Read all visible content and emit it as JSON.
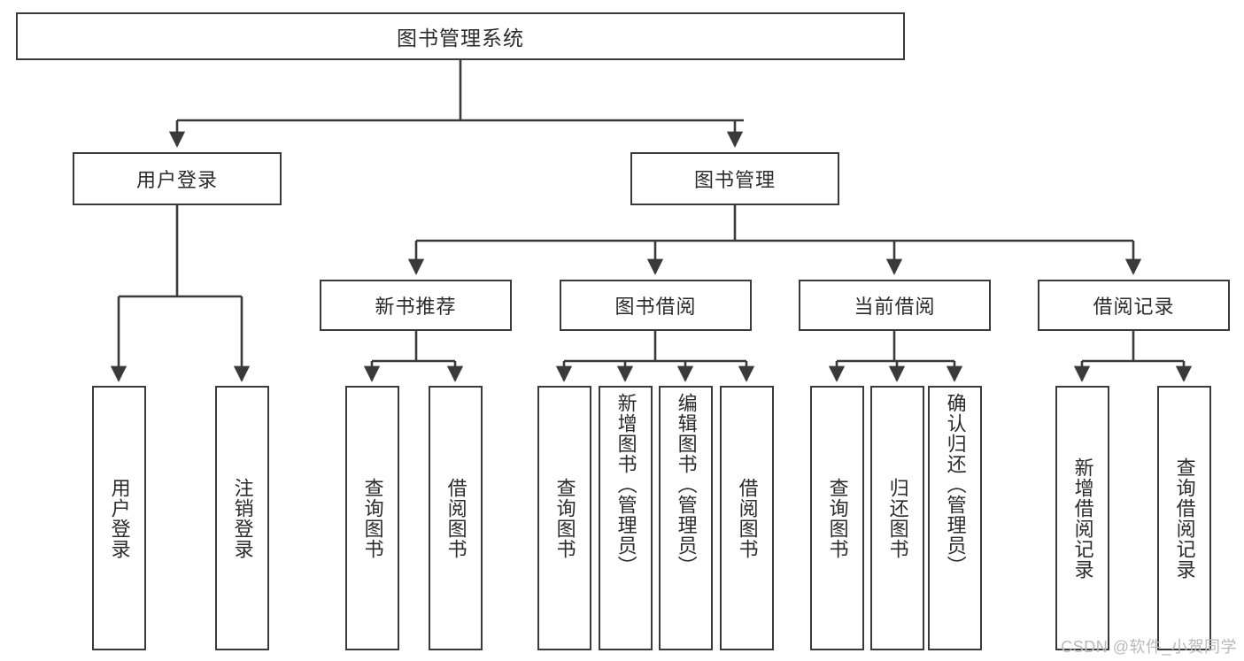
{
  "diagram": {
    "title": "图书管理系统",
    "type": "tree-hierarchy-diagram",
    "watermark": "CSDN @软件_小贺同学",
    "colors": {
      "border": "#3a3a3a",
      "background": "#ffffff",
      "text": "#2b2b2b",
      "watermark": "#b9b9b9"
    },
    "root": {
      "label": "图书管理系统"
    },
    "level2": [
      {
        "label": "用户登录"
      },
      {
        "label": "图书管理"
      }
    ],
    "level3": [
      {
        "label": "新书推荐"
      },
      {
        "label": "图书借阅"
      },
      {
        "label": "当前借阅"
      },
      {
        "label": "借阅记录"
      }
    ],
    "leaves": {
      "user_login": [
        {
          "label": "用户登录"
        },
        {
          "label": "注销登录"
        }
      ],
      "new_book_recommend": [
        {
          "label": "查询图书"
        },
        {
          "label": "借阅图书"
        }
      ],
      "book_borrow": [
        {
          "label": "查询图书"
        },
        {
          "label": "新增图书（管理员）"
        },
        {
          "label": "编辑图书（管理员）"
        },
        {
          "label": "借阅图书"
        }
      ],
      "current_borrow": [
        {
          "label": "查询图书"
        },
        {
          "label": "归还图书"
        },
        {
          "label": "确认归还（管理员）"
        }
      ],
      "borrow_record": [
        {
          "label": "新增借阅记录"
        },
        {
          "label": "查询借阅记录"
        }
      ]
    }
  }
}
